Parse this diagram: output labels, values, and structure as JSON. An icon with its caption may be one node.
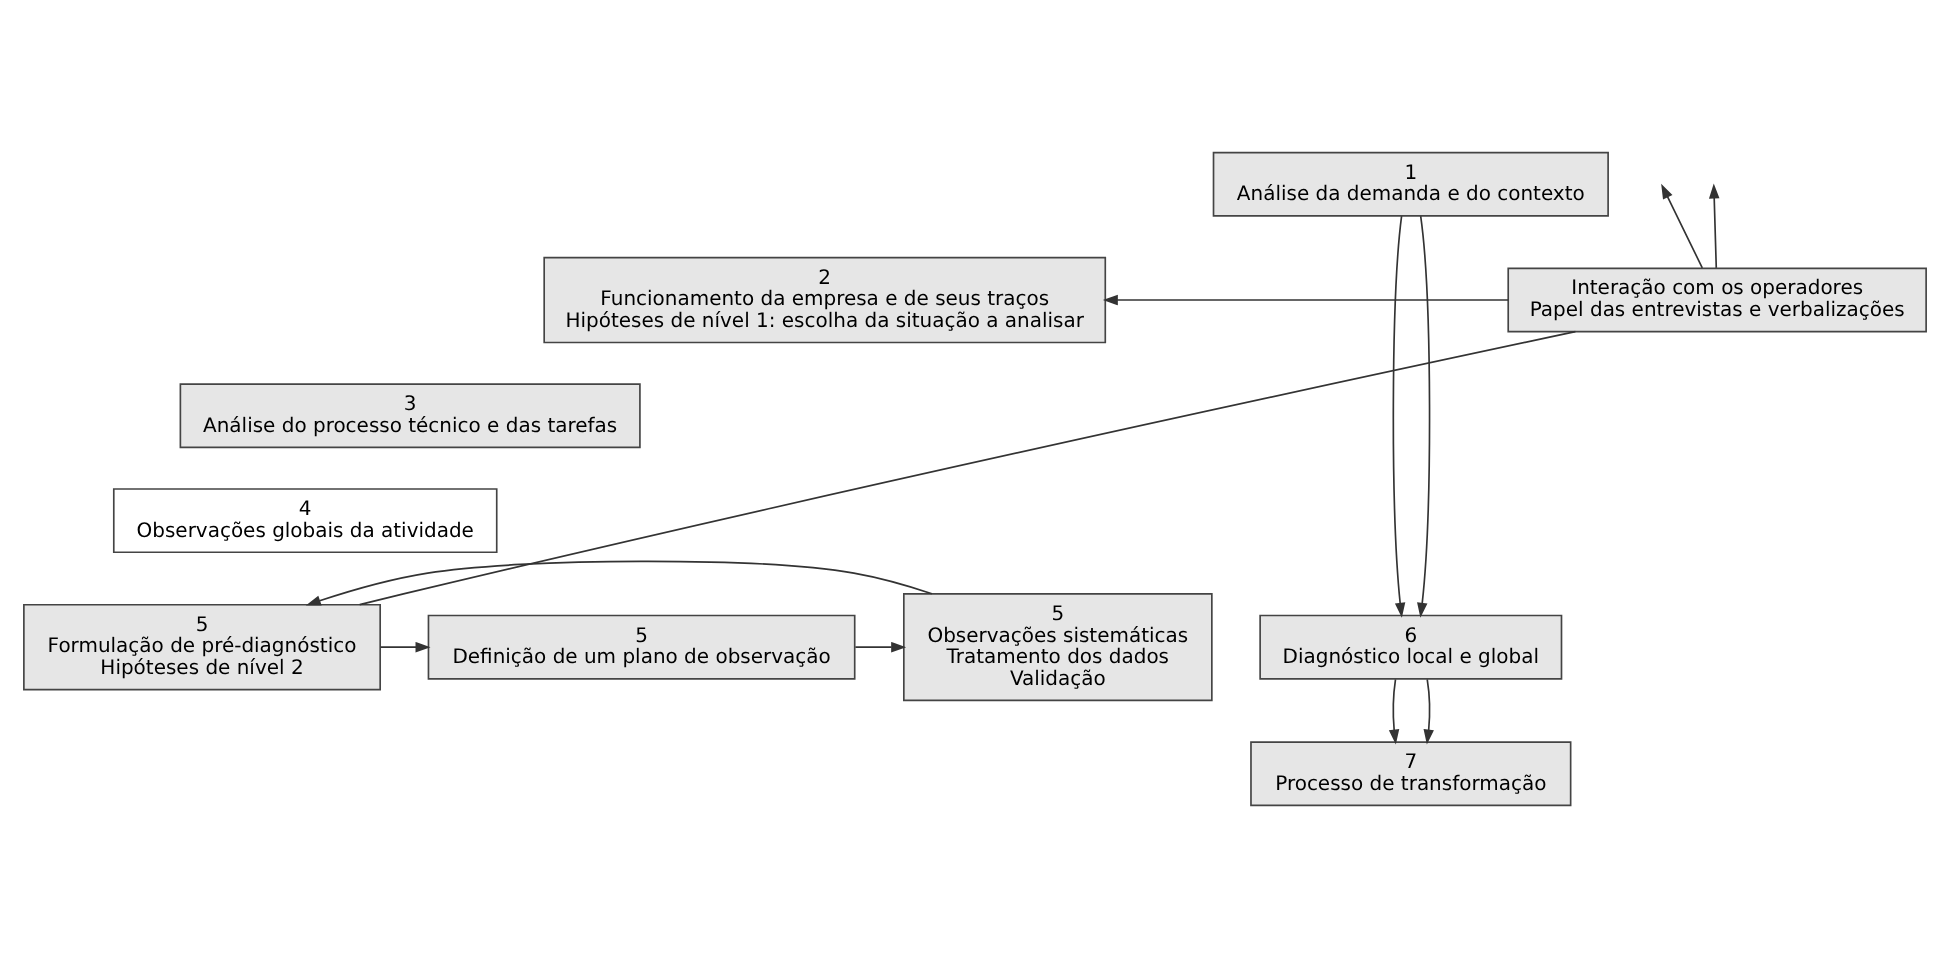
{
  "diagram": {
    "nodes": [
      {
        "text": [
          "Interação com os operadores",
          "Papel das entrevistas e verbalizações"
        ]
      },
      {
        "text": [
          "1",
          "Análise da demanda e do contexto"
        ]
      },
      {
        "text": [
          "2",
          "Funcionamento da empresa e de seus traços",
          "Hipóteses de nível 1: escolha da situação a analisar"
        ]
      },
      {
        "text": [
          "3",
          "Análise do processo técnico e das tarefas"
        ]
      },
      {
        "text": [
          "4",
          "Observações globais da atividade"
        ]
      },
      {
        "text": [
          "5",
          "Formulação de pré-diagnóstico",
          "Hipóteses de nível 2"
        ]
      },
      {
        "text": [
          "5",
          "Definição de um plano de observação"
        ]
      },
      {
        "text": [
          "5",
          "Observações sistemáticas",
          "Tratamento dos dados",
          "Validação"
        ]
      },
      {
        "text": [
          "6",
          "Diagnóstico local e global"
        ]
      },
      {
        "text": [
          "7",
          "Processo de transformação"
        ]
      }
    ],
    "edges": [
      {
        "from": 0,
        "to": 2,
        "arrow": "to"
      },
      {
        "from": 0,
        "to": null,
        "arrow": "to"
      },
      {
        "from": 0,
        "to": 5,
        "arrow": "none"
      },
      {
        "from": 0,
        "to": null,
        "arrow": "to"
      },
      {
        "from": 1,
        "to": 8,
        "arrow": "to"
      },
      {
        "from": 1,
        "to": 8,
        "arrow": "to"
      },
      {
        "from": 5,
        "to": 6,
        "arrow": "to"
      },
      {
        "from": 6,
        "to": 7,
        "arrow": "to"
      },
      {
        "from": 7,
        "to": 5,
        "arrow": "to"
      },
      {
        "from": 8,
        "to": 9,
        "arrow": "to"
      },
      {
        "from": 8,
        "to": 9,
        "arrow": "to"
      }
    ]
  }
}
